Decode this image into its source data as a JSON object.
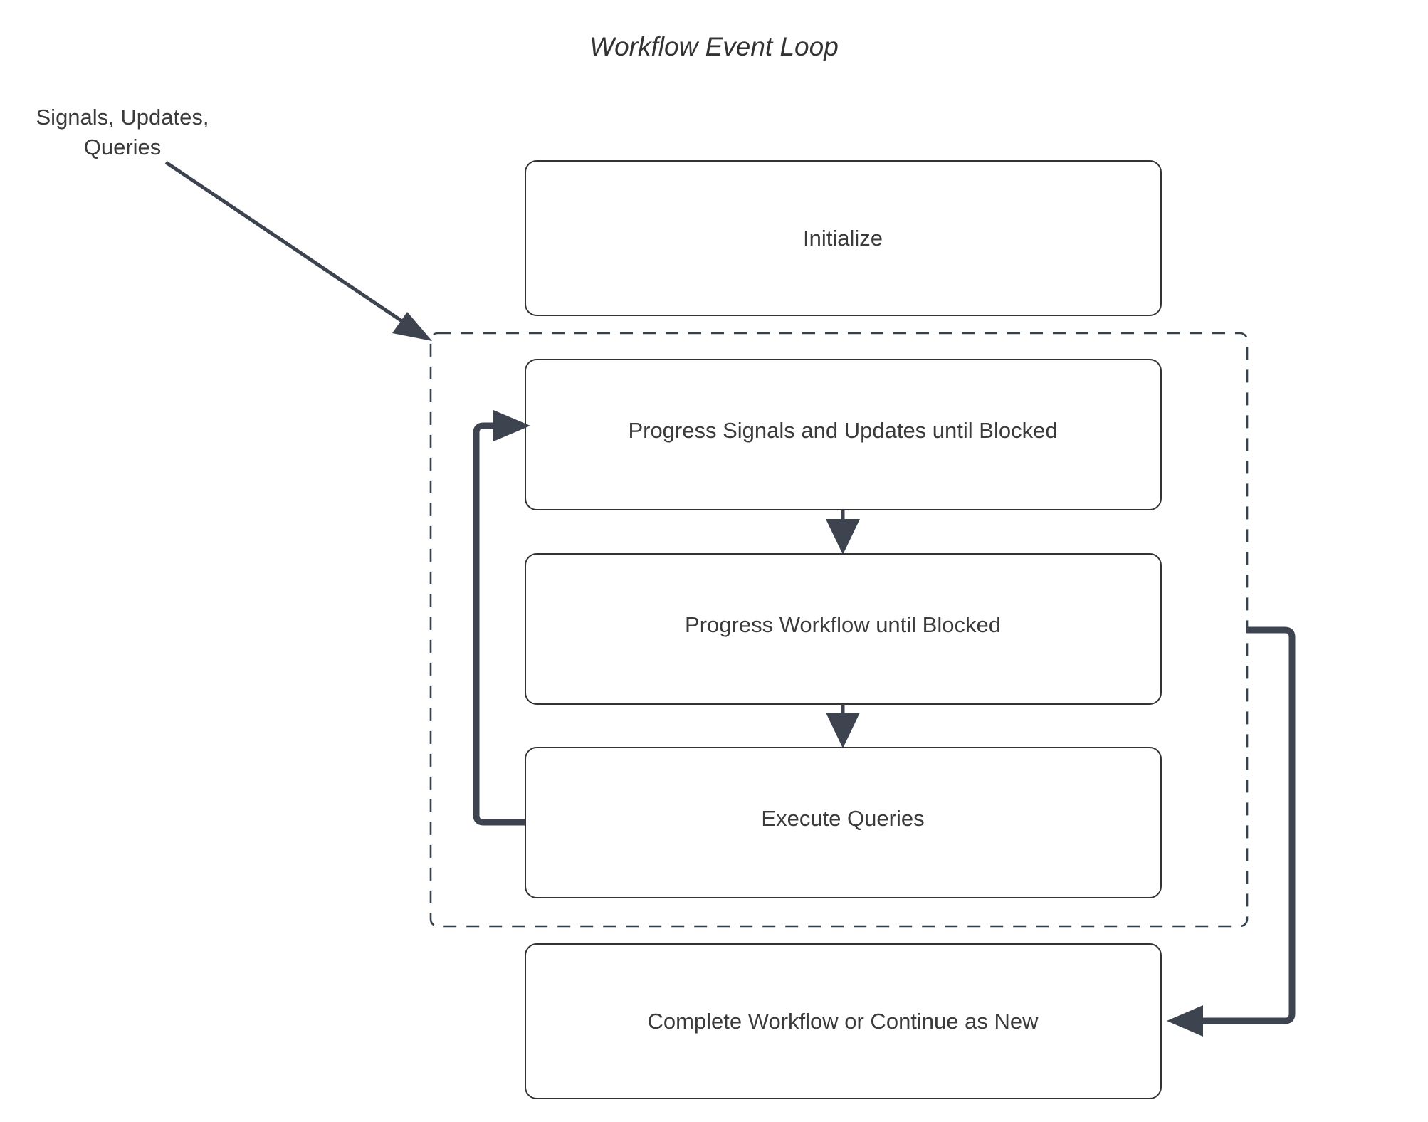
{
  "diagram": {
    "title": "Workflow Event Loop",
    "background_color": "#ffffff",
    "node_stroke_color": "#333333",
    "edge_color": "#3d4450",
    "text_color": "#3b3b3b",
    "external_label": {
      "line1": "Signals, Updates,",
      "line2": "Queries"
    },
    "nodes": [
      {
        "id": "initialize",
        "label": "Initialize"
      },
      {
        "id": "progress-signals",
        "label": "Progress Signals and Updates until Blocked"
      },
      {
        "id": "progress-workflow",
        "label": "Progress Workflow until Blocked"
      },
      {
        "id": "execute-queries",
        "label": "Execute Queries"
      },
      {
        "id": "complete-workflow",
        "label": "Complete Workflow or Continue as New"
      }
    ],
    "group": {
      "id": "event-loop-group",
      "style": "dashed"
    },
    "edges": [
      {
        "id": "signals-to-loop",
        "from": "external-label",
        "to": "event-loop-group",
        "style": "solid-diagonal"
      },
      {
        "id": "signals-to-workflow",
        "from": "progress-signals",
        "to": "progress-workflow",
        "style": "solid-arrow"
      },
      {
        "id": "workflow-to-queries",
        "from": "progress-workflow",
        "to": "execute-queries",
        "style": "solid-arrow"
      },
      {
        "id": "queries-loop-back",
        "from": "execute-queries",
        "to": "progress-signals",
        "style": "thick-loop"
      },
      {
        "id": "loop-to-complete",
        "from": "event-loop-group",
        "to": "complete-workflow",
        "style": "thick-return"
      }
    ]
  }
}
